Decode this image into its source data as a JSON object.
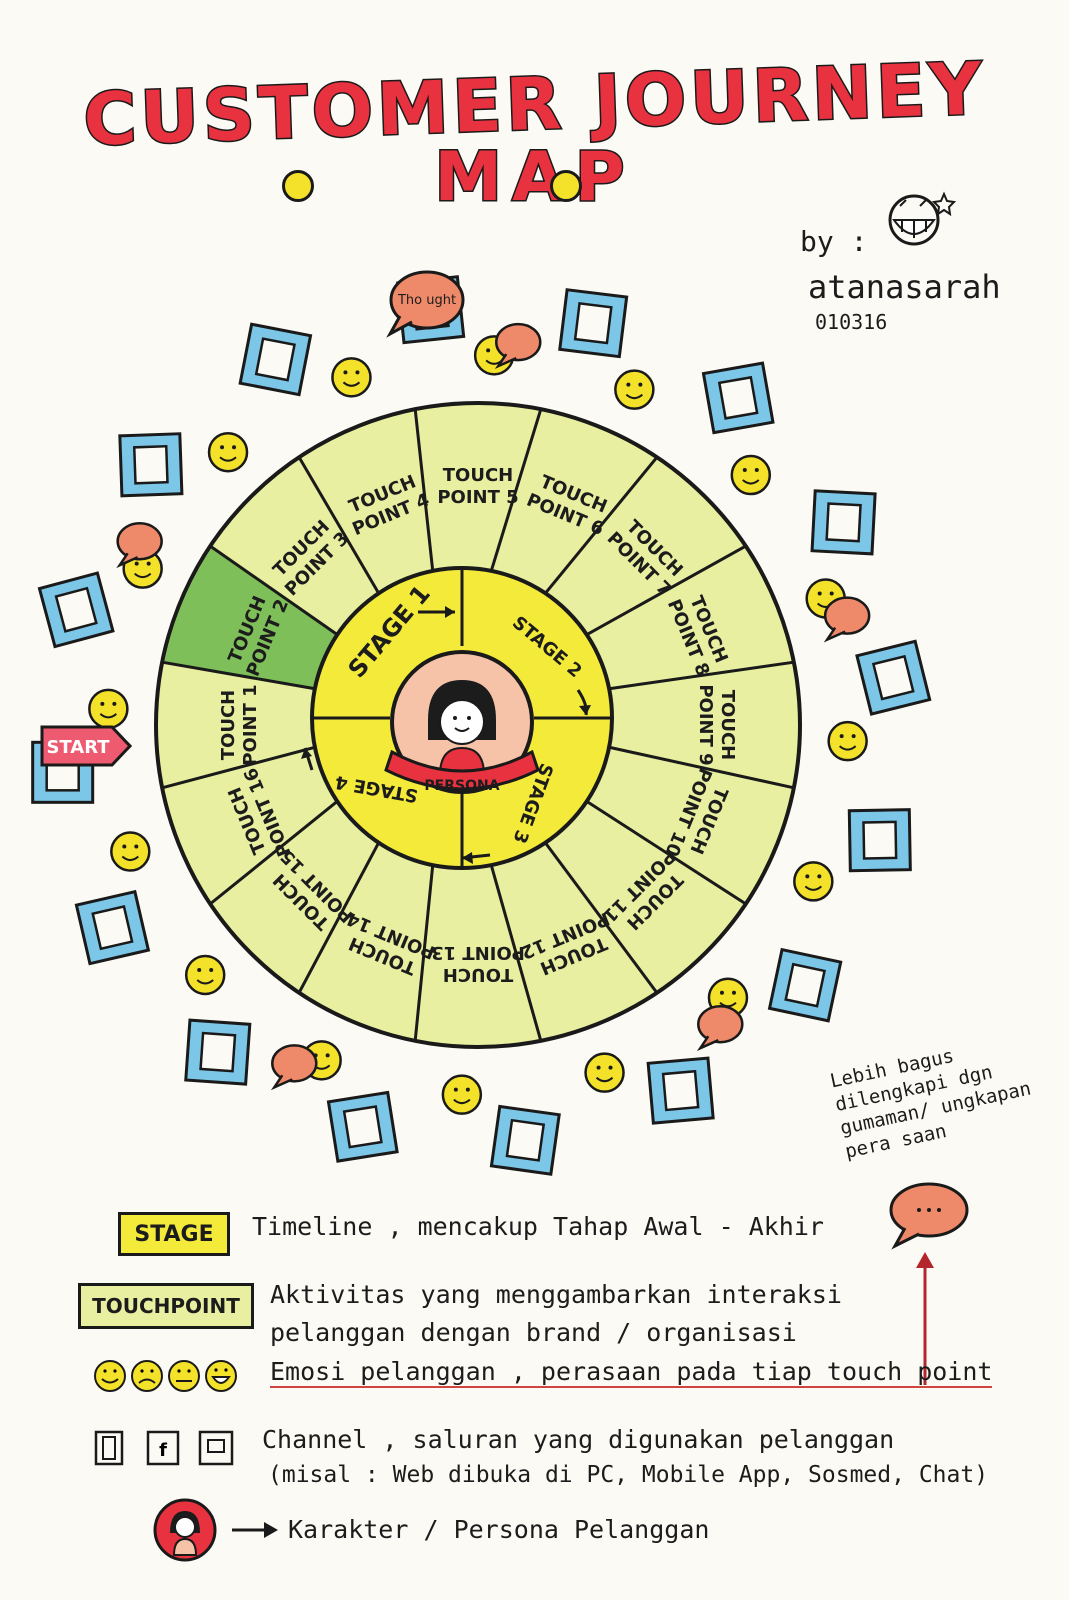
{
  "title": {
    "line1": "CUSTOMER JOURNEY",
    "line2": "MAP"
  },
  "byline": {
    "by": "by :",
    "author": "atanasarah",
    "date": "010316"
  },
  "wheel": {
    "center_label": "PERSONA",
    "start_label": "START",
    "stages": [
      "STAGE 1",
      "STAGE 2",
      "STAGE 3",
      "STAGE 4"
    ],
    "touchpoints": [
      "TOUCH POINT 1",
      "TOUCH POINT 2",
      "TOUCH POINT 3",
      "TOUCH POINT 4",
      "TOUCH POINT 5",
      "TOUCH POINT 6",
      "TOUCH POINT 7",
      "TOUCH POINT 8",
      "TOUCH POINT 9",
      "TOUCH POINT 10",
      "TOUCH POINT 11",
      "TOUCH POINT 12",
      "TOUCH POINT 13",
      "TOUCH POINT 14",
      "TOUCH POINT 15",
      "TOUCH POINT 16"
    ],
    "thought_label": "Tho ught",
    "colors": {
      "wheel_fill": "#e8efa0",
      "highlight_fill": "#7fbf5a",
      "stage_fill": "#f4ea3a",
      "persona_fill": "#f6c3a8",
      "channel_fill": "#7cc7e8",
      "emoji_fill": "#f4e22a",
      "bubble_fill": "#ee8a6a",
      "title_red": "#e8323f",
      "start_fill": "#ee5a70"
    }
  },
  "icons": [
    "tablet-icon",
    "phone-icon",
    "laptop-icon",
    "laptop-icon",
    "facebook-icon",
    "google-icon",
    "mail-icon",
    "mail-icon",
    "laptop-icon",
    "phone-icon",
    "facebook-icon",
    "tv-icon",
    "mail-icon",
    "tv-icon",
    "laptop-icon",
    "clock-icon"
  ],
  "legend": {
    "stage_tag": "STAGE",
    "stage_desc": "Timeline , mencakup Tahap Awal - Akhir",
    "touchpoint_tag": "TOUCHPOINT",
    "touchpoint_desc1": "Aktivitas yang menggambarkan interaksi",
    "touchpoint_desc2": "pelanggan dengan brand / organisasi",
    "emotion_desc": "Emosi pelanggan , perasaan pada tiap touch point",
    "channel_desc1": "Channel , saluran yang digunakan pelanggan",
    "channel_desc2": "(misal : Web dibuka di PC, Mobile App, Sosmed, Chat)",
    "persona_desc": "Karakter / Persona Pelanggan",
    "note": "Lebih bagus dilengkapi dgn gumaman/ ungkapan pera saan"
  }
}
